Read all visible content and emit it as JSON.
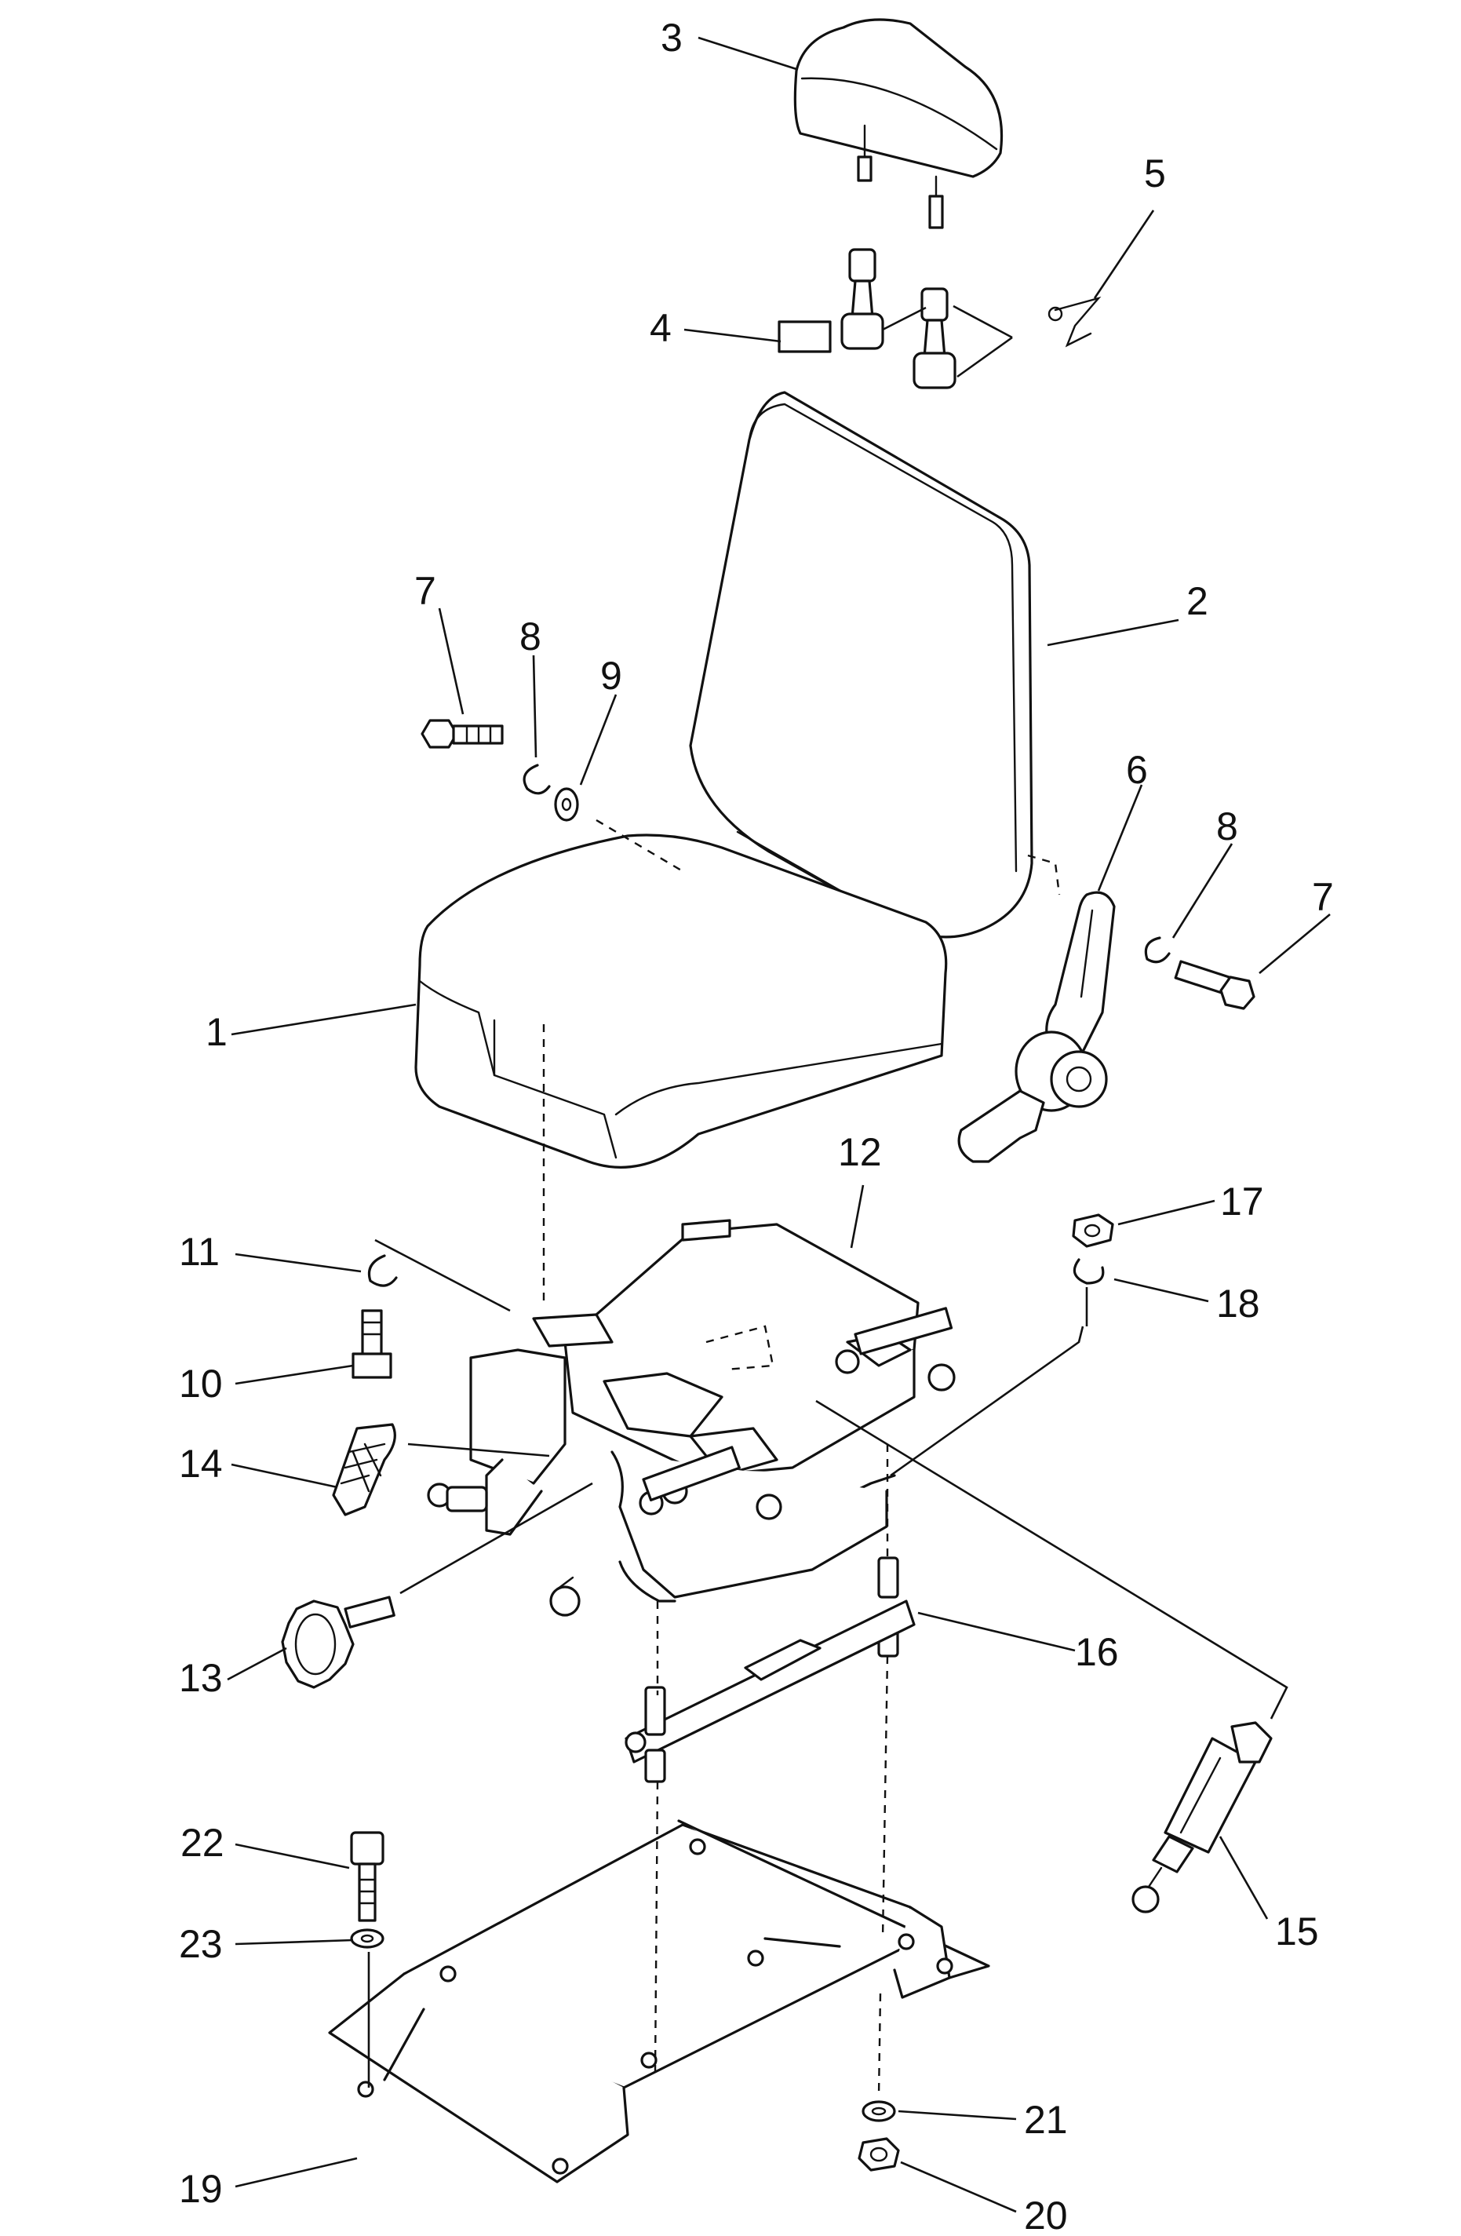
{
  "callouts": {
    "c1": "1",
    "c2": "2",
    "c3": "3",
    "c4": "4",
    "c5": "5",
    "c6": "6",
    "c7a": "7",
    "c7b": "7",
    "c8a": "8",
    "c8b": "8",
    "c9": "9",
    "c10": "10",
    "c11": "11",
    "c12": "12",
    "c13": "13",
    "c14": "14",
    "c15": "15",
    "c16": "16",
    "c17": "17",
    "c18": "18",
    "c19": "19",
    "c20": "20",
    "c21": "21",
    "c22": "22",
    "c23": "23"
  },
  "colors": {
    "ink": "#111111",
    "paper": "#ffffff"
  }
}
